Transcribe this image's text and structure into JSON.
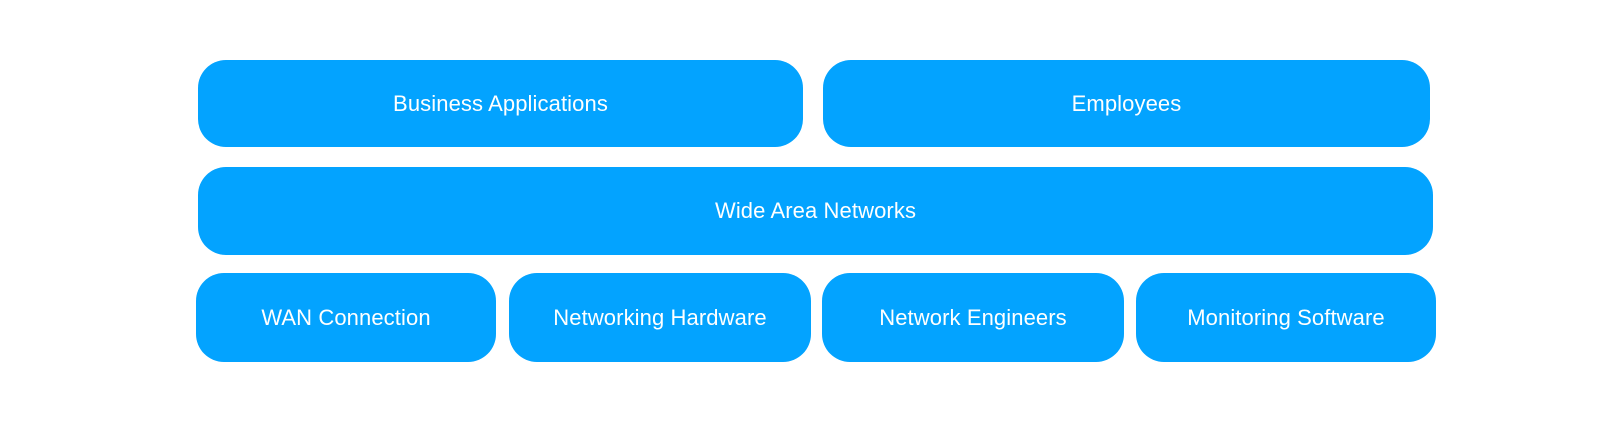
{
  "colors": {
    "block_fill": "#03A3FF",
    "block_text": "#FFFFFF",
    "background": "#FFFFFF"
  },
  "layers": {
    "top": {
      "business_applications": "Business Applications",
      "employees": "Employees"
    },
    "middle": {
      "wide_area_networks": "Wide Area Networks"
    },
    "bottom": {
      "wan_connection": "WAN Connection",
      "networking_hardware": "Networking Hardware",
      "network_engineers": "Network Engineers",
      "monitoring_software": "Monitoring Software"
    }
  }
}
